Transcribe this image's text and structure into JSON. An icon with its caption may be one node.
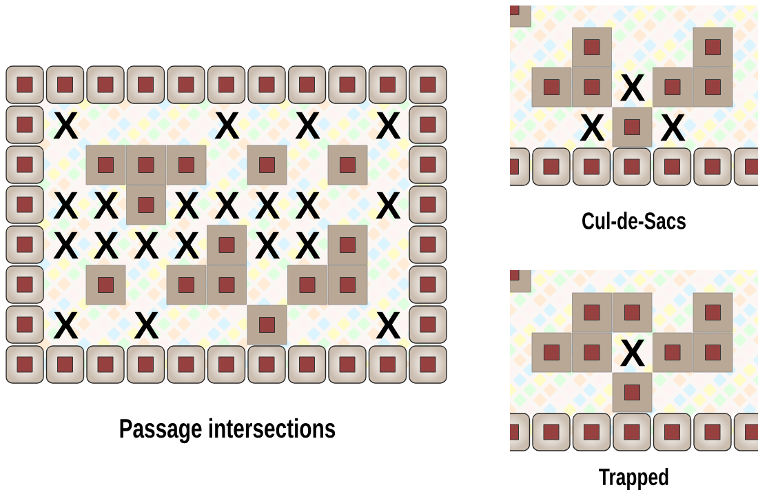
{
  "diagram": {
    "labels": [
      "X",
      "X",
      "X",
      "X",
      "X",
      "X",
      "X",
      "X",
      "X",
      "X",
      "X",
      "X",
      "X",
      "X",
      "X",
      "X",
      "X",
      "X",
      "X",
      "X",
      "Passage intersections",
      "X",
      "X",
      "X",
      "Cul-de-Sacs",
      "X",
      "Trapped"
    ]
  }
}
